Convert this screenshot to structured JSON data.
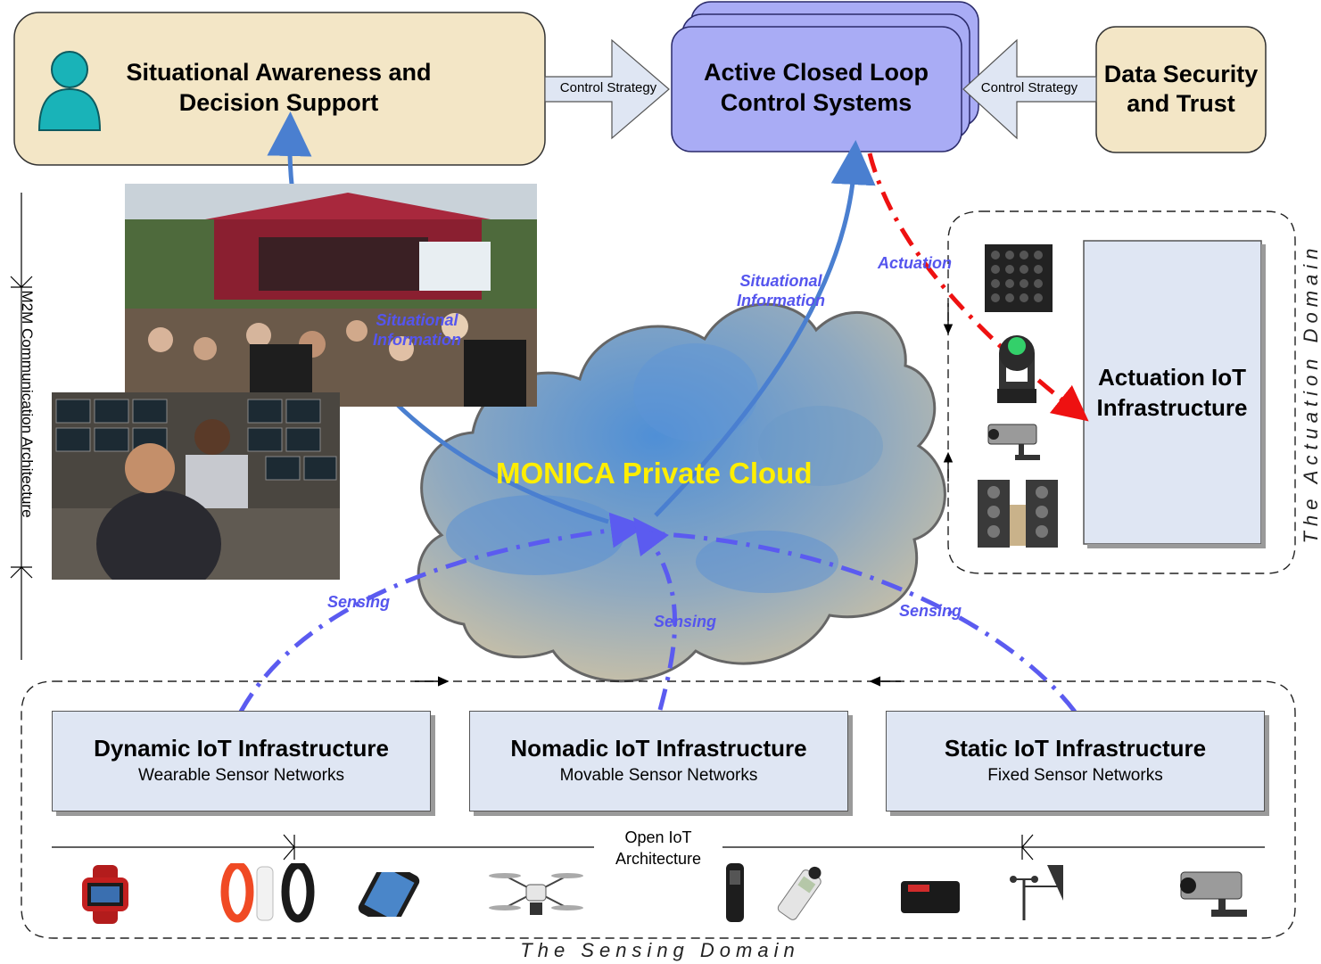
{
  "top": {
    "situational": "Situational Awareness and Decision Support",
    "active": "Active Closed Loop Control Systems",
    "security": "Data Security and Trust",
    "control_strategy_left": "Control Strategy",
    "control_strategy_right": "Control Strategy"
  },
  "flows": {
    "situational_info_left": "Situational Information",
    "situational_info_right": "Situational Information",
    "actuation": "Actuation",
    "sensing_left": "Sensing",
    "sensing_mid": "Sensing",
    "sensing_right": "Sensing"
  },
  "cloud": {
    "label": "MONICA Private Cloud"
  },
  "actuation": {
    "infrastructure": "Actuation IoT Infrastructure",
    "domain": "The Actuation Domain"
  },
  "m2m": {
    "label": "M2M Communication Architecture"
  },
  "sensing": {
    "domain": "The Sensing Domain",
    "open_iot": "Open IoT Architecture",
    "infrastructures": [
      {
        "title": "Dynamic IoT Infrastructure",
        "subtitle": "Wearable Sensor Networks"
      },
      {
        "title": "Nomadic IoT Infrastructure",
        "subtitle": "Movable Sensor Networks"
      },
      {
        "title": "Static IoT Infrastructure",
        "subtitle": "Fixed Sensor Networks"
      }
    ]
  },
  "colors": {
    "tan": "#f3e6c6",
    "active": "#a9acf5",
    "blue_arrow": "#4a7fd0",
    "sensing": "#5b5bf0",
    "actuation": "#ee1111"
  }
}
